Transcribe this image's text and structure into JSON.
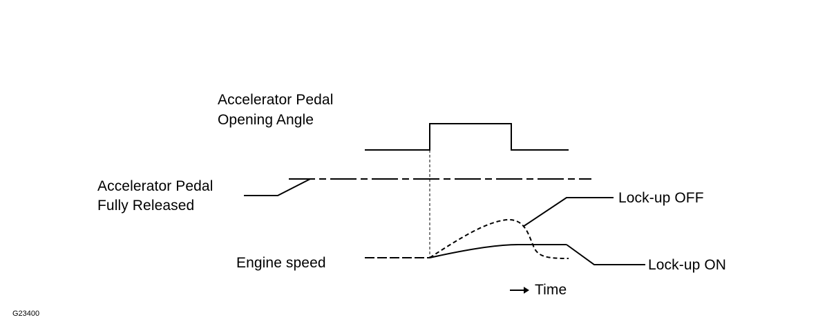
{
  "labels": {
    "pedal_angle_line1": "Accelerator Pedal",
    "pedal_angle_line2": "Opening Angle",
    "pedal_released_line1": "Accelerator Pedal",
    "pedal_released_line2": "Fully Released",
    "lockup_off": "Lock-up OFF",
    "engine_speed": "Engine speed",
    "lockup_on": "Lock-up ON",
    "time": "Time",
    "figure_id": "G23400"
  },
  "colors": {
    "line": "#000000",
    "background": "#ffffff"
  }
}
